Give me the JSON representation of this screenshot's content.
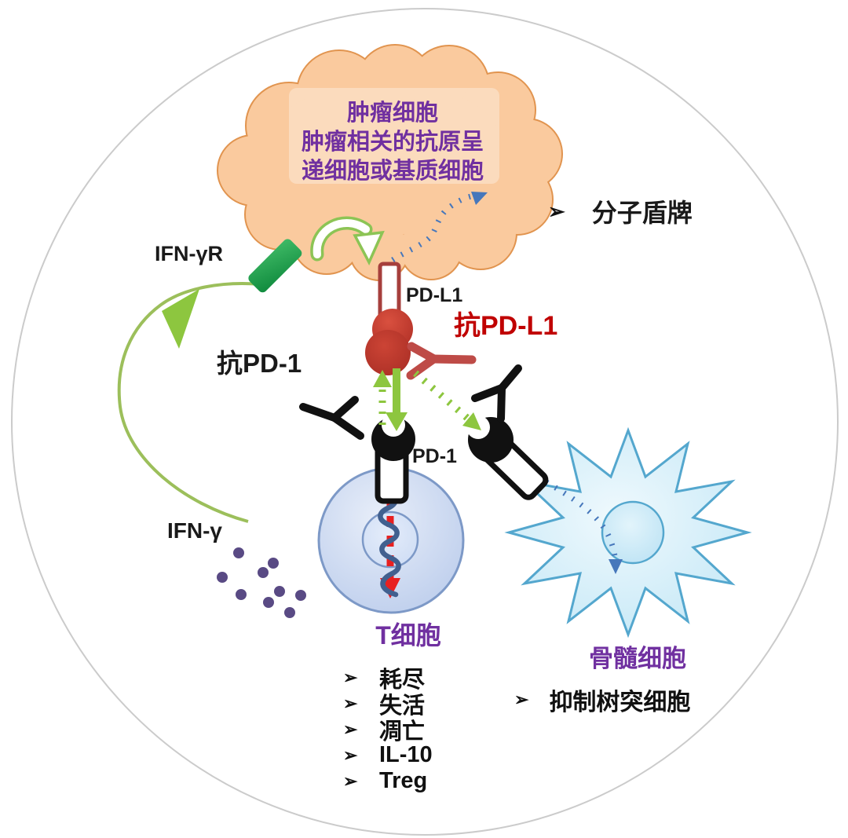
{
  "labels": {
    "tumor_cell_line1": "肿瘤细胞",
    "tumor_cell_line2": "肿瘤相关的抗原呈",
    "tumor_cell_line3": "递细胞或基质细胞",
    "molecular_shield": "分子盾牌",
    "ifn_gamma_receptor": "IFN-γR",
    "ifn_gamma": "IFN-γ",
    "anti_pd1": "抗PD-1",
    "anti_pdl1": "抗PD-L1",
    "pdl1": "PD-L1",
    "pd1": "PD-1",
    "t_cell": "T细胞",
    "myeloid_cell": "骨髓细胞",
    "inhibit_dendritic": "抑制树突细胞",
    "bullet": "➢"
  },
  "t_cell_effects": [
    "耗尽",
    "失活",
    "凋亡",
    "IL-10",
    "Treg"
  ],
  "colors": {
    "purple_text": "#7030A0",
    "red_text": "#C00000",
    "tumor_fill": "#FACA9E",
    "tumor_border": "#E1944F",
    "green_arrow": "#8DC63F",
    "olive_curve": "#9CBF5B",
    "blue_dotted": "#4677BB",
    "receptor_green": "#1FA24A",
    "red_ligand": "#C23A2E",
    "red_antibody": "#BE4B47",
    "tcell_fill": "#CBD9F2",
    "tcell_border": "#7D99C7",
    "myeloid_fill": "#D8EFFA",
    "myeloid_border": "#54A7CE",
    "dot_purple": "#594A84"
  }
}
